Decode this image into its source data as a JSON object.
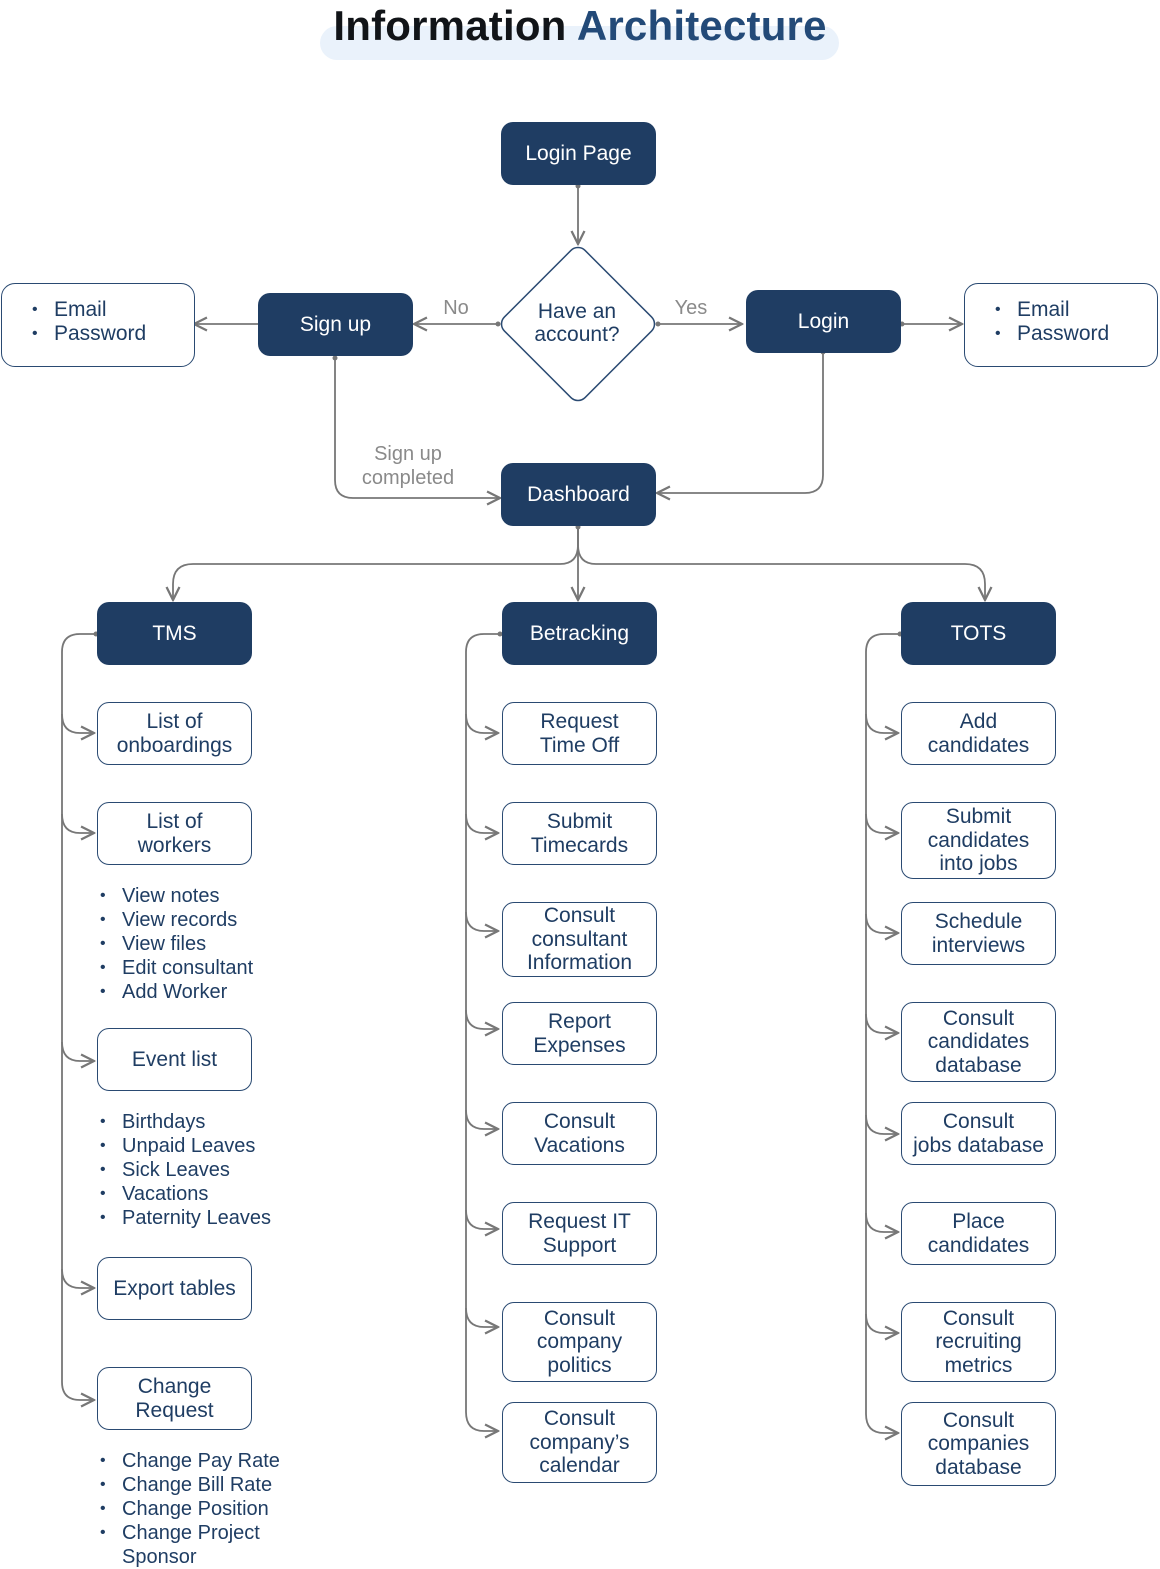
{
  "title": {
    "part1": "Information",
    "part2": "Architecture"
  },
  "flow": {
    "login_page": "Login Page",
    "decision": "Have an\naccount?",
    "sign_up": "Sign up",
    "login": "Login",
    "dashboard": "Dashboard",
    "label_no": "No",
    "label_yes": "Yes",
    "label_signup_completed": "Sign up\ncompleted",
    "signup_fields": [
      "Email",
      "Password"
    ],
    "login_fields": [
      "Email",
      "Password"
    ]
  },
  "columns": {
    "tms": {
      "title": "TMS",
      "items": [
        "List of\nonboardings",
        "List of\nworkers",
        "Event list",
        "Export tables",
        "Change\nRequest"
      ],
      "workers_bullets": [
        "View notes",
        "View records",
        "View files",
        "Edit consultant",
        "Add Worker"
      ],
      "event_bullets": [
        "Birthdays",
        "Unpaid Leaves",
        "Sick Leaves",
        "Vacations",
        "Paternity Leaves"
      ],
      "change_bullets": [
        "Change Pay Rate",
        "Change Bill Rate",
        "Change Position",
        "Change Project\nSponsor"
      ]
    },
    "betracking": {
      "title": "Betracking",
      "items": [
        "Request\nTime Off",
        "Submit\nTimecards",
        "Consult\nconsultant\nInformation",
        "Report\nExpenses",
        "Consult\nVacations",
        "Request IT\nSupport",
        "Consult\ncompany\npolitics",
        "Consult\ncompany’s\ncalendar"
      ]
    },
    "tots": {
      "title": "TOTS",
      "items": [
        "Add\ncandidates",
        "Submit\ncandidates\ninto jobs",
        "Schedule\ninterviews",
        "Consult\ncandidates\ndatabase",
        "Consult\njobs database",
        "Place\ncandidates",
        "Consult\nrecruiting\nmetrics",
        "Consult\ncompanies\ndatabase"
      ]
    }
  },
  "colors": {
    "dark_node": "#1f3d63",
    "connector": "#777777",
    "title_highlight": "#eaf2fb"
  }
}
